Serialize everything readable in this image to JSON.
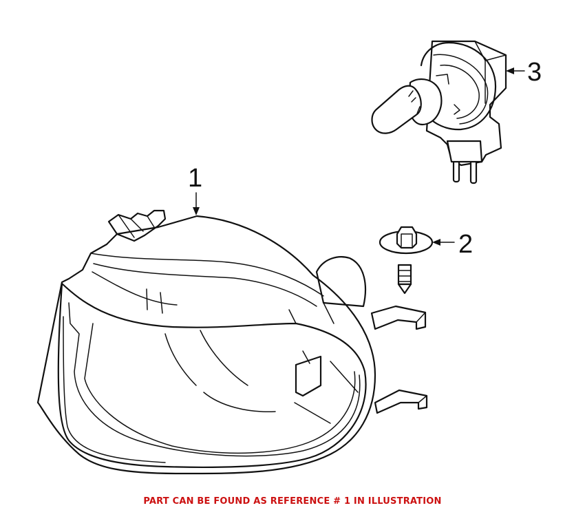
{
  "diagram": {
    "type": "exploded parts illustration",
    "parts": [
      {
        "ref": "1",
        "name": "fog lamp housing assembly"
      },
      {
        "ref": "2",
        "name": "flange screw"
      },
      {
        "ref": "3",
        "name": "bulb"
      }
    ]
  },
  "callouts": {
    "c1": "1",
    "c2": "2",
    "c3": "3"
  },
  "caption": {
    "text": "PART CAN BE FOUND AS REFERENCE # 1 IN ILLUSTRATION",
    "color": "#cc1111"
  }
}
